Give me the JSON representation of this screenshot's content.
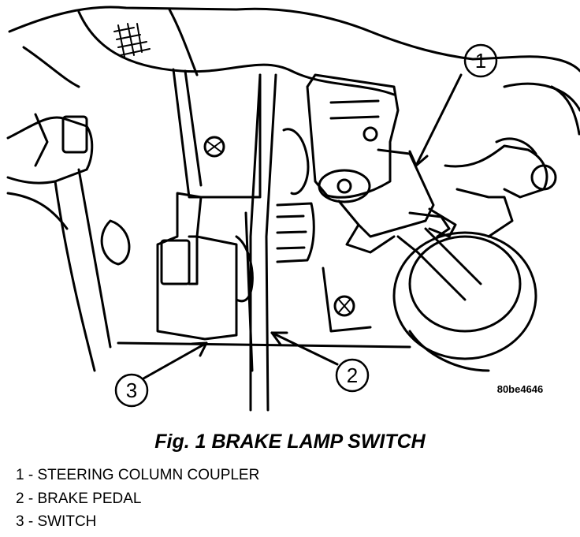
{
  "figure": {
    "title": "Fig. 1 BRAKE LAMP SWITCH",
    "reference_code": "80be4646",
    "callouts": [
      "1",
      "2",
      "3"
    ],
    "legend": [
      "1 - STEERING COLUMN COUPLER",
      "2 - BRAKE PEDAL",
      "3 - SWITCH"
    ],
    "colors": {
      "line": "#000000",
      "background": "#ffffff"
    }
  }
}
